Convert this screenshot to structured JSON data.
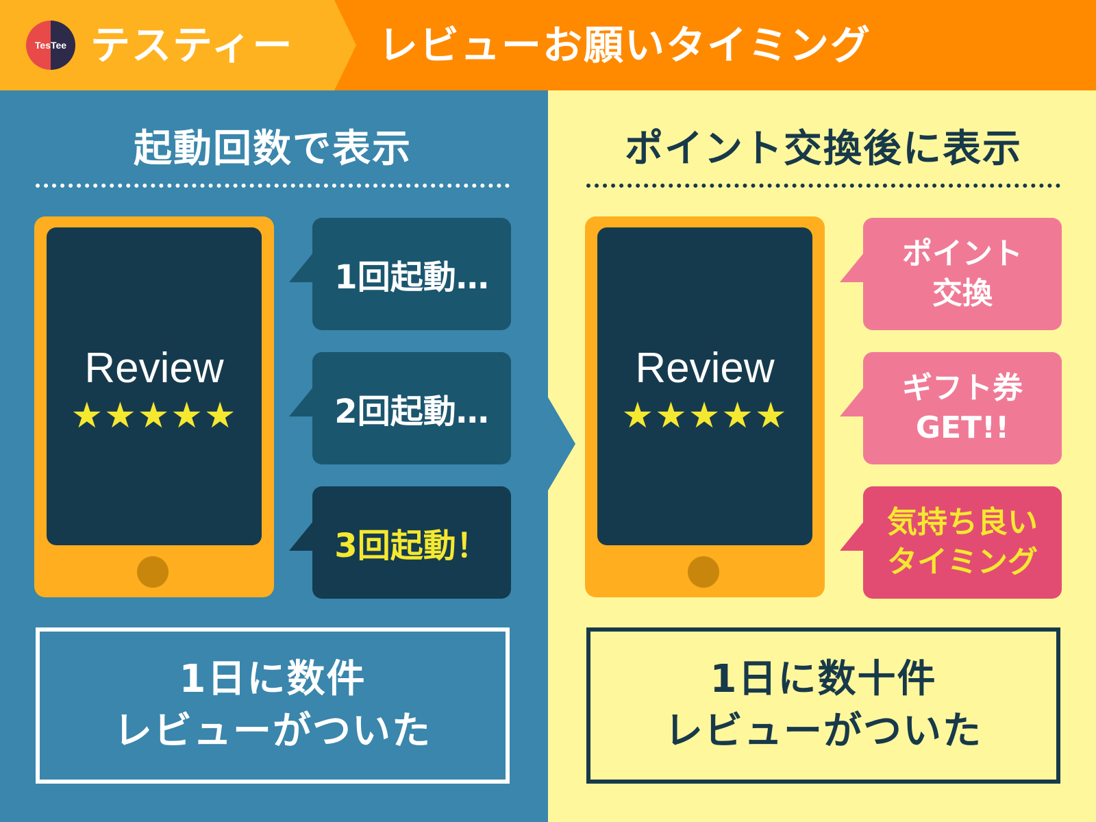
{
  "header": {
    "logo_text": "TesTee",
    "brand": "テスティー",
    "title": "レビューお願いタイミング"
  },
  "left": {
    "title": "起動回数で表示",
    "phone": {
      "review": "Review",
      "stars": "★★★★★"
    },
    "bubbles": [
      "1回起動…",
      "2回起動…",
      "3回起動！"
    ],
    "result_line1": "1日に数件",
    "result_line2": "レビューがついた"
  },
  "right": {
    "title": "ポイント交換後に表示",
    "phone": {
      "review": "Review",
      "stars": "★★★★★"
    },
    "bubbles": [
      {
        "line1": "ポイント",
        "line2": "交換"
      },
      {
        "line1": "ギフト券",
        "line2": "GET!!"
      },
      {
        "line1": "気持ち良い",
        "line2": "タイミング"
      }
    ],
    "result_line1": "1日に数十件",
    "result_line2": "レビューがついた"
  },
  "colors": {
    "header_orange": "#FF8A00",
    "header_yellow": "#FFB21F",
    "left_bg": "#3A86AC",
    "right_bg": "#FFF79C",
    "phone": "#FFAE1F",
    "screen": "#163A4D",
    "star": "#F5E830",
    "pink": "#F07A96",
    "red": "#E34C72"
  }
}
